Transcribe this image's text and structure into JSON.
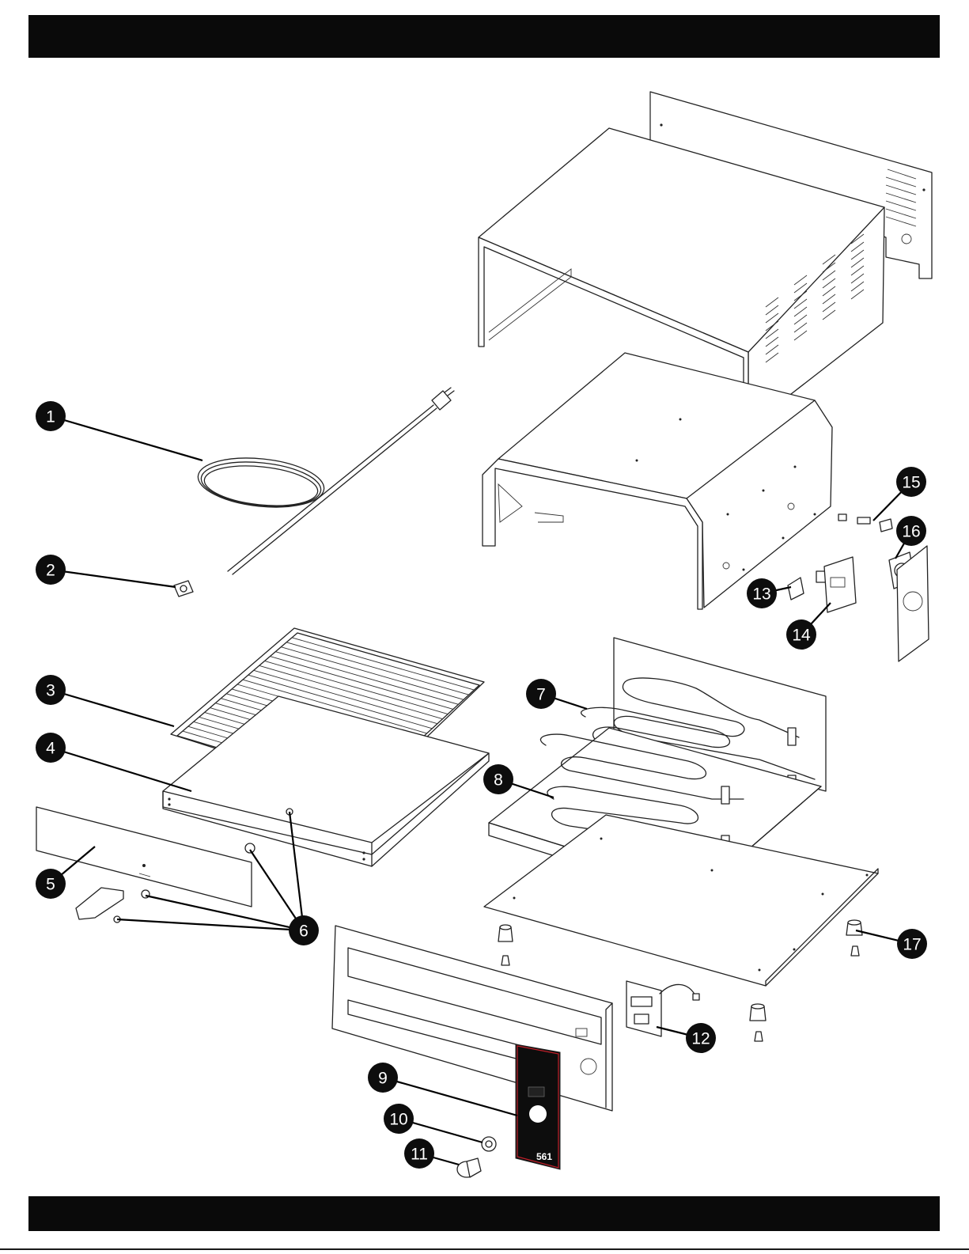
{
  "header_bar": {
    "color": "#0a0a0a"
  },
  "footer_bar": {
    "color": "#0a0a0a"
  },
  "callouts": [
    {
      "number": "1",
      "part": "power-cord"
    },
    {
      "number": "2",
      "part": "strain-relief"
    },
    {
      "number": "3",
      "part": "wire-rack"
    },
    {
      "number": "4",
      "part": "crumb-tray"
    },
    {
      "number": "5",
      "part": "front-panel"
    },
    {
      "number": "6",
      "part": "fasteners"
    },
    {
      "number": "7",
      "part": "upper-heating-element"
    },
    {
      "number": "8",
      "part": "lower-heating-element"
    },
    {
      "number": "9",
      "part": "control-panel-overlay"
    },
    {
      "number": "10",
      "part": "potentiometer"
    },
    {
      "number": "11",
      "part": "control-knob"
    },
    {
      "number": "12",
      "part": "terminal-block-bracket"
    },
    {
      "number": "13",
      "part": "thermostat"
    },
    {
      "number": "14",
      "part": "control-board"
    },
    {
      "number": "15",
      "part": "sensor"
    },
    {
      "number": "16",
      "part": "cooling-fan"
    },
    {
      "number": "17",
      "part": "foot"
    }
  ],
  "control_panel": {
    "model_label": "561",
    "panel_color": "#0d0d0d",
    "accent_color": "#c0202a"
  }
}
